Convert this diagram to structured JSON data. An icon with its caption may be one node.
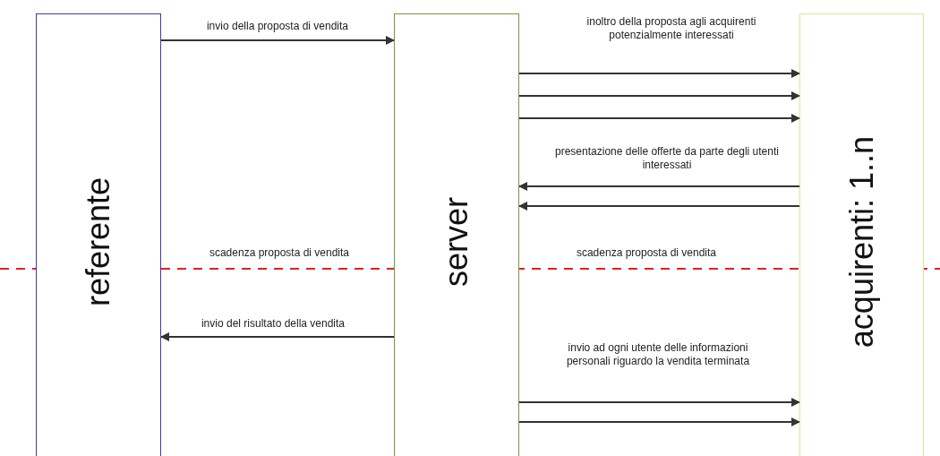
{
  "diagram": {
    "nodes": [
      {
        "text": [
          "referente"
        ]
      },
      {
        "text": [
          "server"
        ]
      },
      {
        "text": [
          "acquirenti: 1..n"
        ]
      }
    ],
    "edges": [
      {
        "from": 0,
        "to": 1,
        "arrow": "to",
        "label": "invio della proposta di vendita"
      },
      {
        "from": 1,
        "to": 2,
        "arrow": "to",
        "label": "inoltro della proposta agli acquirenti potenzialmente interessati"
      },
      {
        "from": 1,
        "to": 2,
        "arrow": "to"
      },
      {
        "from": 1,
        "to": 2,
        "arrow": "to"
      },
      {
        "from": 2,
        "to": 1,
        "arrow": "to",
        "label": "presentazione delle offerte da parte degli utenti  interessati"
      },
      {
        "from": 2,
        "to": 1,
        "arrow": "to"
      },
      {
        "from": 1,
        "to": 0,
        "arrow": "to",
        "label": "invio del risultato della vendita"
      },
      {
        "from": 1,
        "to": 2,
        "arrow": "to",
        "label": "invio ad ogni utente delle informazioni personali riguardo la vendita terminata"
      },
      {
        "from": 1,
        "to": 2,
        "arrow": "to"
      }
    ],
    "labels": [
      "scadenza proposta di vendita",
      "scadenza proposta di vendita"
    ]
  }
}
